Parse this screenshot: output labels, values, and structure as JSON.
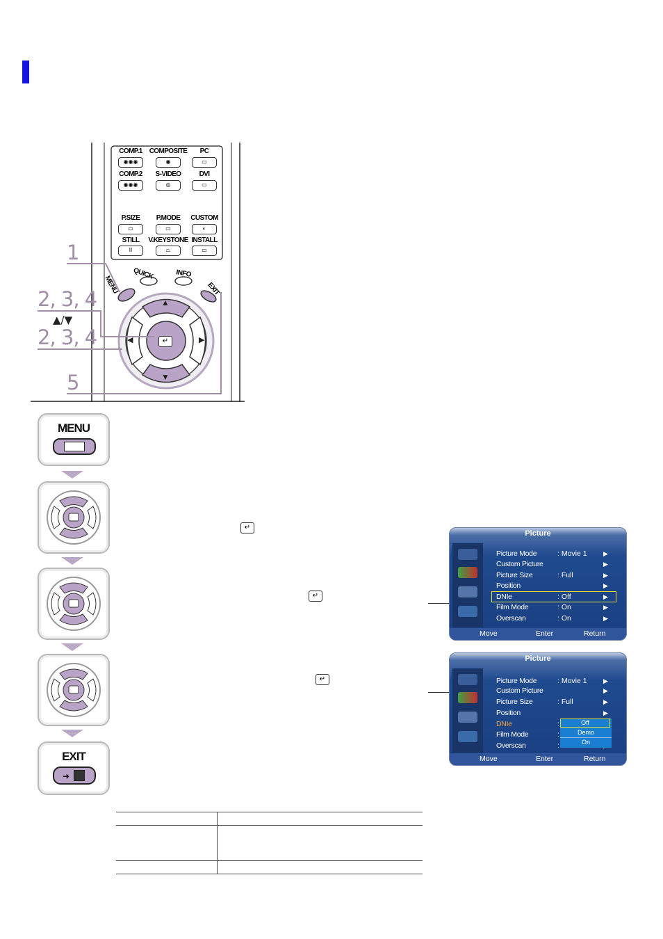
{
  "remote": {
    "row1": [
      {
        "label": "COMP.1",
        "glyph": "◉◉◉"
      },
      {
        "label": "COMPOSITE",
        "glyph": "◉"
      },
      {
        "label": "PC",
        "glyph": "▭"
      }
    ],
    "row2": [
      {
        "label": "COMP.2",
        "glyph": "◉◉◉"
      },
      {
        "label": "S-VIDEO",
        "glyph": "◎"
      },
      {
        "label": "DVI",
        "glyph": "▭"
      }
    ],
    "row3": [
      {
        "label": "P.SIZE",
        "glyph": "▭"
      },
      {
        "label": "P.MODE",
        "glyph": "▭"
      },
      {
        "label": "CUSTOM",
        "glyph": "◐"
      }
    ],
    "row4": [
      {
        "label": "STILL",
        "glyph": "II"
      },
      {
        "label": "V.KEYSTONE",
        "glyph": "⏢"
      },
      {
        "label": "INSTALL",
        "glyph": "▭"
      }
    ],
    "menu_label": "MENU",
    "quick_label": "QUICK",
    "info_label": "INFO",
    "exit_label": "EXIT",
    "up_arrow": "▲",
    "down_arrow": "▼",
    "left_arrow": "◀",
    "right_arrow": "▶",
    "enter_glyph": "↵"
  },
  "callouts": {
    "one": "1",
    "two_three_four_a": "2, 3, 4",
    "updown": "▲/▼",
    "two_three_four_b": "2, 3, 4",
    "five": "5"
  },
  "steps": {
    "menu_label": "MENU",
    "exit_label": "EXIT",
    "enter_glyph": "↵"
  },
  "osd1": {
    "title": "Picture",
    "rows": [
      {
        "label": "Picture Mode",
        "value": ": Movie 1",
        "arrow": "▶"
      },
      {
        "label": "Custom Picture",
        "value": "",
        "arrow": "▶"
      },
      {
        "label": "Picture Size",
        "value": ": Full",
        "arrow": "▶"
      },
      {
        "label": "Position",
        "value": "",
        "arrow": "▶"
      },
      {
        "label": "DNIe",
        "value": ": Off",
        "arrow": "▶"
      },
      {
        "label": "Film Mode",
        "value": ": On",
        "arrow": "▶"
      },
      {
        "label": "Overscan",
        "value": ": On",
        "arrow": "▶"
      }
    ],
    "footer": {
      "move": "Move",
      "enter": "Enter",
      "return": "Return"
    }
  },
  "osd2": {
    "title": "Picture",
    "rows": [
      {
        "label": "Picture Mode",
        "value": ": Movie 1",
        "arrow": "▶"
      },
      {
        "label": "Custom Picture",
        "value": "",
        "arrow": "▶"
      },
      {
        "label": "Picture Size",
        "value": ": Full",
        "arrow": "▶"
      },
      {
        "label": "Position",
        "value": "",
        "arrow": "▶"
      },
      {
        "label": "DNIe",
        "value": ":",
        "arrow": ""
      },
      {
        "label": "Film Mode",
        "value": ":",
        "arrow": "▶"
      },
      {
        "label": "Overscan",
        "value": ":",
        "arrow": "▶"
      }
    ],
    "dropdown": [
      "Off",
      "Demo",
      "On"
    ],
    "footer": {
      "move": "Move",
      "enter": "Enter",
      "return": "Return"
    }
  },
  "colors": {
    "marker": "#1515e0",
    "callout": "#a18fa8",
    "highlight": "#e8e030",
    "selected_label": "#f0a040",
    "dropdown_bg": "#1a7fd0"
  }
}
